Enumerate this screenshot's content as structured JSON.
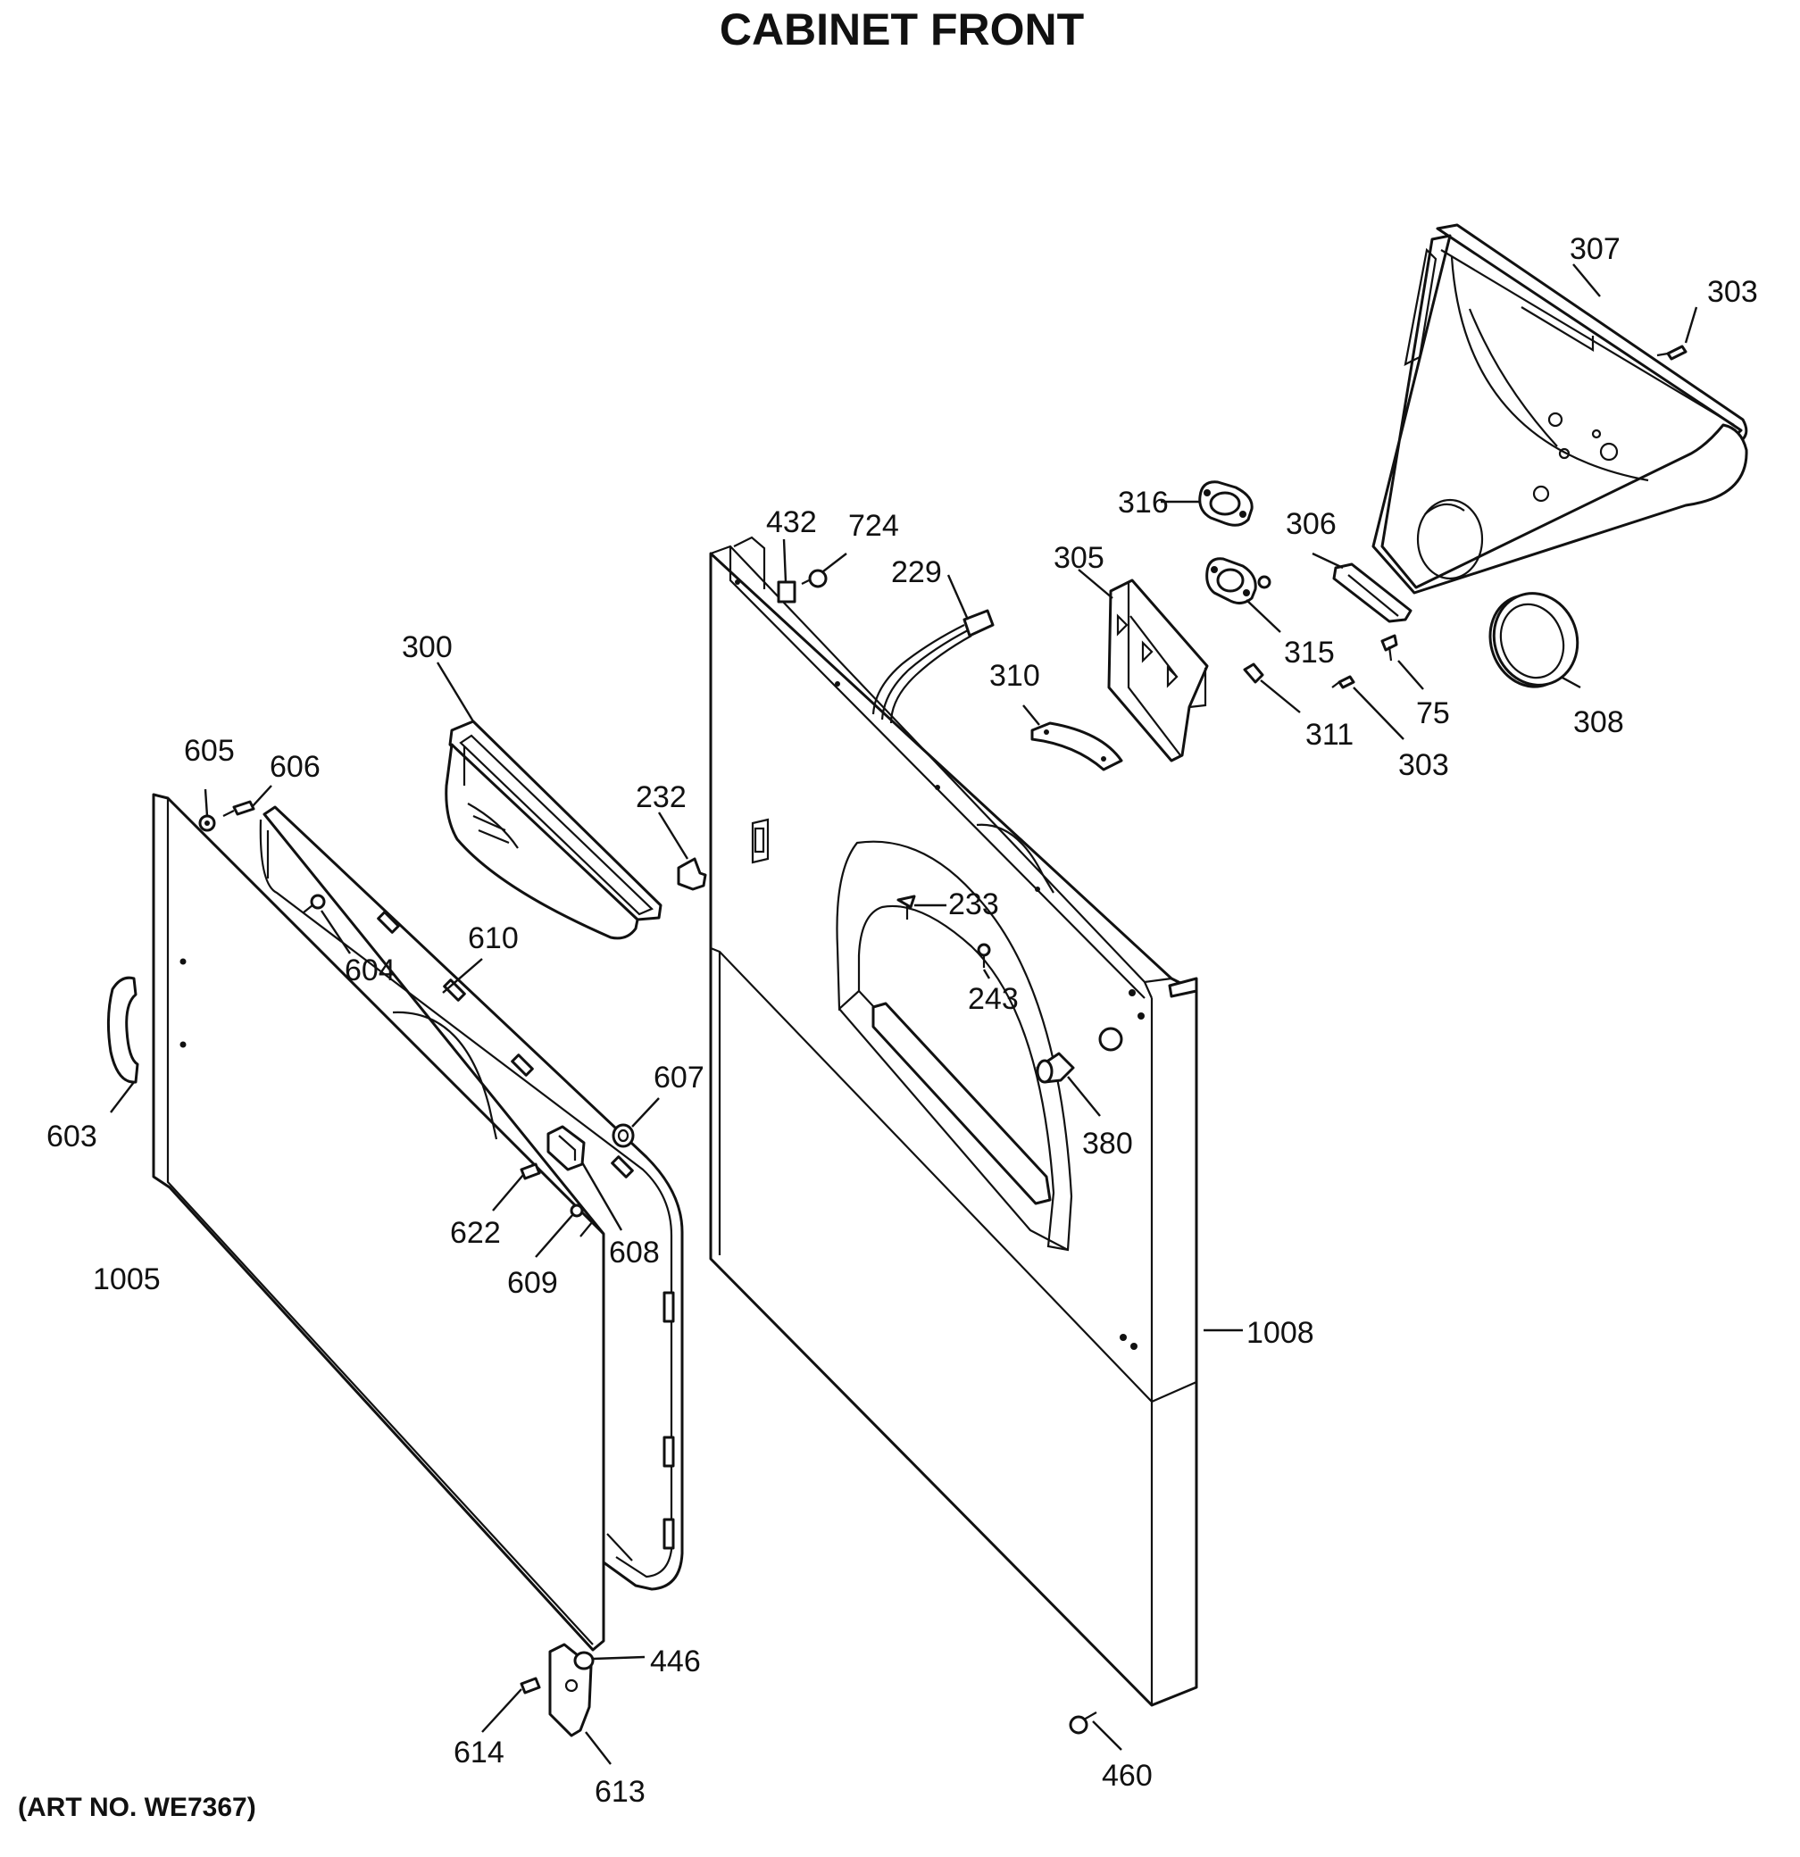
{
  "title": "CABINET FRONT",
  "art_no": "(ART NO. WE7367)",
  "colors": {
    "ink": "#111111",
    "paper": "#ffffff"
  },
  "callouts": {
    "c307": "307",
    "c303a": "303",
    "c316": "316",
    "c306": "306",
    "c432": "432",
    "c724": "724",
    "c229": "229",
    "c305": "305",
    "c315": "315",
    "c310": "310",
    "c311": "311",
    "c75": "75",
    "c303b": "303",
    "c308": "308",
    "c300": "300",
    "c232": "232",
    "c605": "605",
    "c606": "606",
    "c604": "604",
    "c610": "610",
    "c233": "233",
    "c243": "243",
    "c380": "380",
    "c607": "607",
    "c603": "603",
    "c622": "622",
    "c608": "608",
    "c609": "609",
    "c1005": "1005",
    "c1008": "1008",
    "c446": "446",
    "c614": "614",
    "c613": "613",
    "c460": "460"
  }
}
